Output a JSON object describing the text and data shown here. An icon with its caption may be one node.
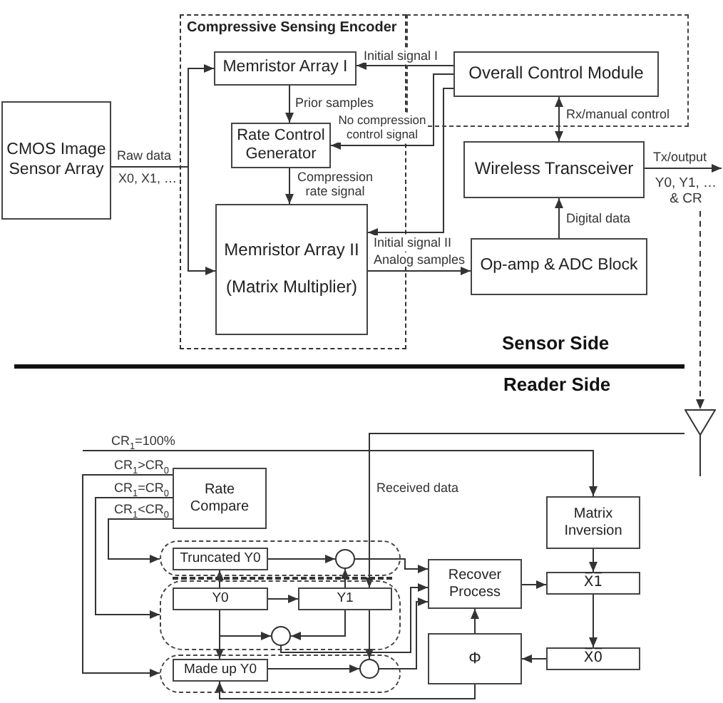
{
  "diagram": {
    "nodes": [
      {
        "text": [
          "CMOS Image Sensor Array"
        ]
      },
      {
        "text": [
          "Compressive Sensing Encoder"
        ]
      },
      {
        "text": [
          "Memristor Array I"
        ],
        "in": 1
      },
      {
        "text": [
          "Rate Control Generator"
        ],
        "in": 1
      },
      {
        "text": [
          "Memristor Array II",
          "(Matrix Multiplier)"
        ],
        "in": 1
      },
      {
        "text": [],
        "shape": "box"
      },
      {
        "text": [
          "Overall Control Module"
        ],
        "in": 5
      },
      {
        "text": [
          "Wireless Transceiver"
        ]
      },
      {
        "text": [
          "Op-amp & ADC Block"
        ]
      },
      {
        "text": [
          "Y0, Y1, … & CR"
        ]
      },
      {
        "text": [],
        "shape": "antenna"
      },
      {
        "text": [
          "Rate Compare"
        ]
      },
      {
        "text": [
          "Matrix Inversion"
        ]
      },
      {
        "text": [],
        "shape": "box"
      },
      {
        "text": [
          "Truncated Y0"
        ],
        "in": 13
      },
      {
        "text": [],
        "shape": "circle",
        "in": 13
      },
      {
        "text": [],
        "shape": "box"
      },
      {
        "text": [
          "Y0"
        ],
        "in": 16
      },
      {
        "text": [
          "Y1"
        ],
        "in": 16
      },
      {
        "text": [],
        "shape": "circle",
        "in": 16
      },
      {
        "text": [],
        "shape": "box"
      },
      {
        "text": [
          "Made up Y0"
        ],
        "in": 20
      },
      {
        "text": [],
        "shape": "circle",
        "in": 20
      },
      {
        "text": [
          "Recover Process"
        ]
      },
      {
        "text": [
          "X̅1̅"
        ]
      },
      {
        "text": [
          "X̅0̅"
        ]
      },
      {
        "text": [
          "Φ"
        ]
      }
    ],
    "edges": [
      {
        "from": 0,
        "to": 2,
        "arrow": "to",
        "label": "Raw data"
      },
      {
        "from": 0,
        "to": 4,
        "arrow": "to",
        "label": "X0, X1, …"
      },
      {
        "from": 2,
        "to": 3,
        "arrow": "to",
        "label": "Prior samples"
      },
      {
        "from": 3,
        "to": 4,
        "arrow": "to",
        "label": "Compression rate signal"
      },
      {
        "from": 6,
        "to": 2,
        "arrow": "to",
        "label": "Initial signal I"
      },
      {
        "from": 6,
        "to": 3,
        "arrow": "to",
        "label": "No compression control signal"
      },
      {
        "from": 6,
        "to": 4,
        "arrow": "to",
        "label": "Initial signal II"
      },
      {
        "from": 4,
        "to": 8,
        "arrow": "to",
        "label": "Analog samples"
      },
      {
        "from": 8,
        "to": 7,
        "arrow": "to",
        "label": "Digital data"
      },
      {
        "from": 6,
        "to": 7,
        "arrow": "both",
        "label": "Rx/manual control"
      },
      {
        "from": 7,
        "to": 9,
        "arrow": "to",
        "label": "Tx/output"
      },
      {
        "from": 9,
        "to": 10,
        "arrow": "to",
        "style": "dashed"
      },
      {
        "from": 10,
        "to": 18,
        "arrow": "to",
        "label": "Received data"
      },
      {
        "from": null,
        "to": 12,
        "arrow": "to",
        "label": "CR$_{1}$=100%"
      },
      {
        "from": 11,
        "to": 20,
        "arrow": "to",
        "label": "CR$_{1}$>CR$_{0}$"
      },
      {
        "from": 11,
        "to": 16,
        "arrow": "to",
        "label": "CR$_{1}$=CR$_{0}$"
      },
      {
        "from": 11,
        "to": 13,
        "arrow": "to",
        "label": "CR$_{1}$<CR$_{0}$"
      },
      {
        "from": 14,
        "to": 15,
        "arrow": "to"
      },
      {
        "from": 18,
        "to": 15,
        "arrow": "to"
      },
      {
        "from": 17,
        "to": 18,
        "arrow": "to"
      },
      {
        "from": 17,
        "to": 14,
        "arrow": "to"
      },
      {
        "from": 17,
        "to": 21,
        "arrow": "to"
      },
      {
        "from": 17,
        "to": 19,
        "arrow": "to"
      },
      {
        "from": 18,
        "to": 19,
        "arrow": "to"
      },
      {
        "from": 18,
        "to": 22,
        "arrow": "to"
      },
      {
        "from": 21,
        "to": 22,
        "arrow": "to"
      },
      {
        "from": 15,
        "to": 23,
        "arrow": "to"
      },
      {
        "from": 19,
        "to": 23,
        "arrow": "to"
      },
      {
        "from": 22,
        "to": 23,
        "arrow": "to"
      },
      {
        "from": 26,
        "to": 23,
        "arrow": "to"
      },
      {
        "from": 23,
        "to": 24,
        "arrow": "to"
      },
      {
        "from": 12,
        "to": 24,
        "arrow": "to"
      },
      {
        "from": 24,
        "to": 25,
        "arrow": "to"
      },
      {
        "from": 25,
        "to": 26,
        "arrow": "to"
      },
      {
        "from": 26,
        "to": 21,
        "arrow": "to"
      }
    ],
    "labels": [
      "Sensor Side",
      "Reader Side"
    ]
  }
}
